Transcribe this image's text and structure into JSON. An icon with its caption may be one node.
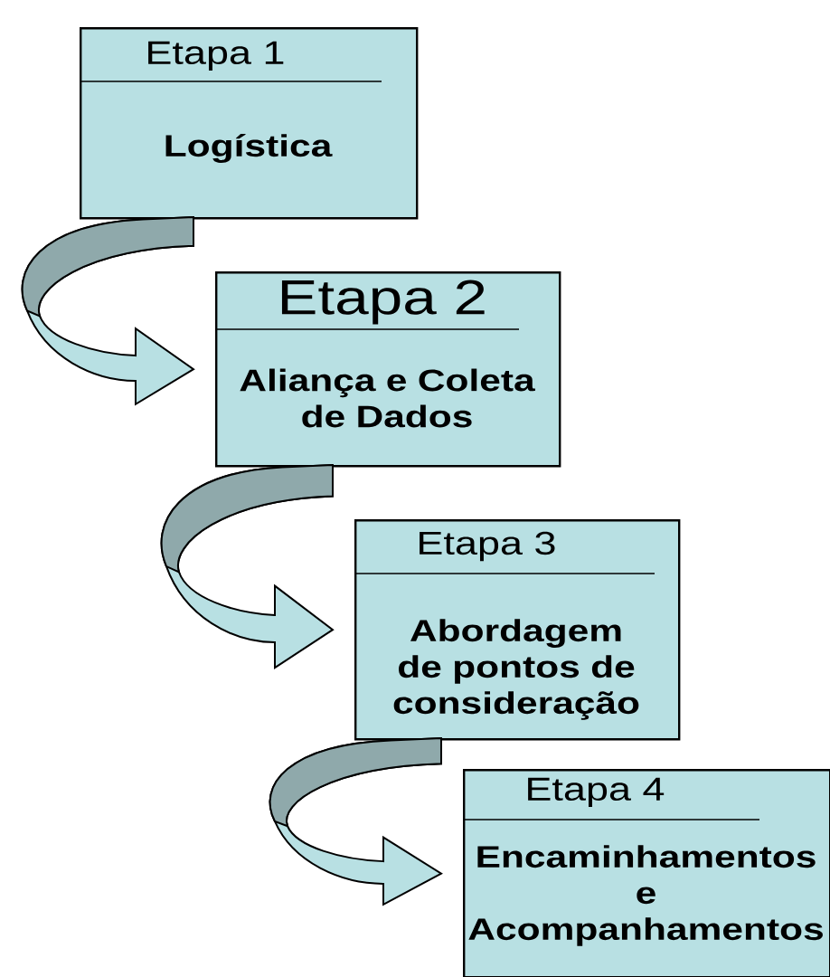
{
  "diagram": {
    "nodes": [
      {
        "text": [
          "Etapa 1",
          "Logística"
        ]
      },
      {
        "text": [
          "Etapa 2",
          "Aliança e Coleta de Dados"
        ]
      },
      {
        "text": [
          "Etapa 3",
          "Abordagem de pontos de consideração"
        ]
      },
      {
        "text": [
          "Etapa 4",
          "Encaminhamentos e Acompanhamentos"
        ]
      }
    ],
    "edges": [
      {
        "from": 0,
        "to": 1,
        "arrow": "to"
      },
      {
        "from": 1,
        "to": 2,
        "arrow": "to"
      },
      {
        "from": 2,
        "to": 3,
        "arrow": "to"
      }
    ]
  }
}
